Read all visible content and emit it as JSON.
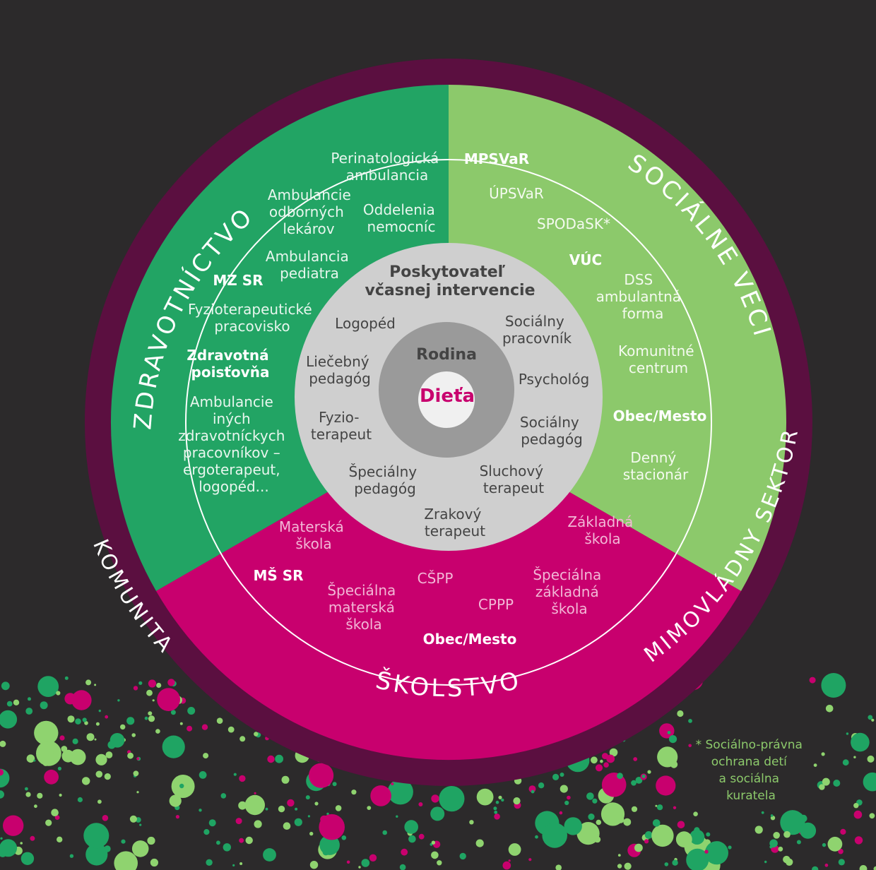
{
  "colors": {
    "background": "#2c2a2b",
    "outer_ring": "#5b0f40",
    "middle_ring": "#7a1f5c",
    "health": "#22a464",
    "social": "#8cc96b",
    "education": "#c8006e",
    "provider_disc": "#cfcfcf",
    "family_disc": "#9a9a9a",
    "child_disc": "#f0f0f0",
    "child_text": "#c8006e",
    "dark_text": "#444444",
    "footnote_text": "#8cc96b",
    "dot_light_green": "#8fd36f",
    "dot_green": "#1fa463",
    "dot_magenta": "#c8006e"
  },
  "outer_ring_labels": {
    "community": "KOMUNITA",
    "ngo_sector": "MIMOVLÁDNY SEKTOR"
  },
  "sector_titles": {
    "health": "ZDRAVOTNÍCTVO",
    "social": "SOCIÁLNE VECI",
    "education": "ŠKOLSTVO"
  },
  "health": {
    "ministry": "MZ SR",
    "items": [
      {
        "lines": [
          "Perinatologická",
          "ambulancia"
        ]
      },
      {
        "lines": [
          "Ambulancie",
          "odborných",
          "lekárov"
        ]
      },
      {
        "lines": [
          "Oddelenia",
          "nemocníc"
        ]
      },
      {
        "lines": [
          "Ambulancia",
          "pediatra"
        ]
      },
      {
        "lines": [
          "Fyzioterapeutické",
          "pracovisko"
        ]
      },
      {
        "lines": [
          "Ambulancie",
          "iných",
          "zdravotníckych",
          "pracovníkov –",
          "ergoterapeut,",
          "logopéd..."
        ]
      }
    ],
    "insurance": [
      "Zdravotná",
      "poisťovňa"
    ]
  },
  "social": {
    "ministry": "MPSVaR",
    "items": [
      {
        "lines": [
          "ÚPSVaR"
        ]
      },
      {
        "lines": [
          "SPODaSK*"
        ]
      },
      {
        "lines": [
          "DSS",
          "ambulantná",
          "forma"
        ]
      },
      {
        "lines": [
          "Komunitné",
          "centrum"
        ]
      },
      {
        "lines": [
          "Denný",
          "stacionár"
        ]
      }
    ],
    "region": "VÚC",
    "municipality": "Obec/Mesto"
  },
  "education": {
    "ministry": "MŠ SR",
    "items": [
      {
        "lines": [
          "Materská",
          "škola"
        ]
      },
      {
        "lines": [
          "Špeciálna",
          "materská",
          "škola"
        ]
      },
      {
        "lines": [
          "CŠPP"
        ]
      },
      {
        "lines": [
          "CPPP"
        ]
      },
      {
        "lines": [
          "Základná",
          "škola"
        ]
      },
      {
        "lines": [
          "Špeciálna",
          "základná",
          "škola"
        ]
      }
    ],
    "municipality": "Obec/Mesto"
  },
  "provider": {
    "title": [
      "Poskytovateľ",
      "včasnej intervencie"
    ],
    "roles": [
      {
        "lines": [
          "Logopéd"
        ]
      },
      {
        "lines": [
          "Sociálny",
          "pracovník"
        ]
      },
      {
        "lines": [
          "Liečebný",
          "pedagóg"
        ]
      },
      {
        "lines": [
          "Psychológ"
        ]
      },
      {
        "lines": [
          "Fyzio-",
          "terapeut"
        ]
      },
      {
        "lines": [
          "Sociálny",
          "pedagóg"
        ]
      },
      {
        "lines": [
          "Špeciálny",
          "pedagóg"
        ]
      },
      {
        "lines": [
          "Sluchový",
          "terapeut"
        ]
      },
      {
        "lines": [
          "Zrakový",
          "terapeut"
        ]
      }
    ]
  },
  "family": "Rodina",
  "child": "Dieťa",
  "footnote": [
    "* Sociálno-právna",
    "ochrana detí",
    "a sociálna",
    "kuratela"
  ]
}
